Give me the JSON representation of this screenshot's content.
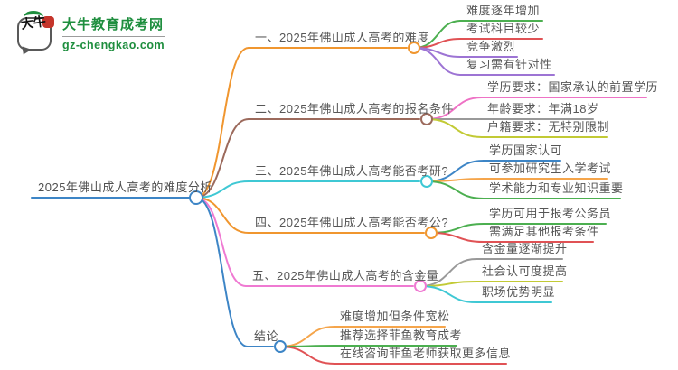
{
  "logo": {
    "icon_text": "大牛",
    "title": "大牛教育成考网",
    "url": "gz-chengkao.com",
    "brand_color": "#1e8e3e",
    "seal_color": "#c5352b"
  },
  "mindmap": {
    "root": {
      "label": "2025年佛山成人高考的难度分析",
      "color": "#3d85c6"
    },
    "branches": [
      {
        "label": "一、2025年佛山成人高考的难度",
        "color": "#f0962f",
        "children": [
          {
            "label": "难度逐年增加",
            "color": "#4caf50"
          },
          {
            "label": "考试科目较少",
            "color": "#e05255"
          },
          {
            "label": "竞争激烈",
            "color": "#9d74d4"
          },
          {
            "label": "复习需有针对性",
            "color": "#9d74d4"
          }
        ]
      },
      {
        "label": "二、2025年佛山成人高考的报名条件",
        "color": "#9c6a5c",
        "children": [
          {
            "label": "学历要求：国家承认的前置学历",
            "color": "#ee72c5"
          },
          {
            "label": "年龄要求：年满18岁",
            "color": "#999999"
          },
          {
            "label": "户籍要求：无特别限制",
            "color": "#c2ca35"
          }
        ]
      },
      {
        "label": "三、2025年佛山成人高考能否考研?",
        "color": "#3fc8d4",
        "children": [
          {
            "label": "学历国家认可",
            "color": "#3d85c6"
          },
          {
            "label": "可参加研究生入学考试",
            "color": "#f5a54b"
          },
          {
            "label": "学术能力和专业知识重要",
            "color": "#4caf50"
          }
        ]
      },
      {
        "label": "四、2025年佛山成人高考能否考公?",
        "color": "#f0962f",
        "children": [
          {
            "label": "学历可用于报考公务员",
            "color": "#4caf50"
          },
          {
            "label": "需满足其他报考条件",
            "color": "#e05255"
          }
        ]
      },
      {
        "label": "五、2025年佛山成人高考的含金量",
        "color": "#ef7ad2",
        "children": [
          {
            "label": "含金量逐渐提升",
            "color": "#999999"
          },
          {
            "label": "社会认可度提高",
            "color": "#c2ca35"
          },
          {
            "label": "职场优势明显",
            "color": "#3fc8d4"
          }
        ]
      },
      {
        "label": "结论",
        "color": "#3d85c6",
        "children": [
          {
            "label": "难度增加但条件宽松",
            "color": "#f5a54b"
          },
          {
            "label": "推荐选择菲鱼教育成考",
            "color": "#4caf50"
          },
          {
            "label": "在线咨询菲鱼老师获取更多信息",
            "color": "#e05255"
          }
        ]
      }
    ]
  }
}
